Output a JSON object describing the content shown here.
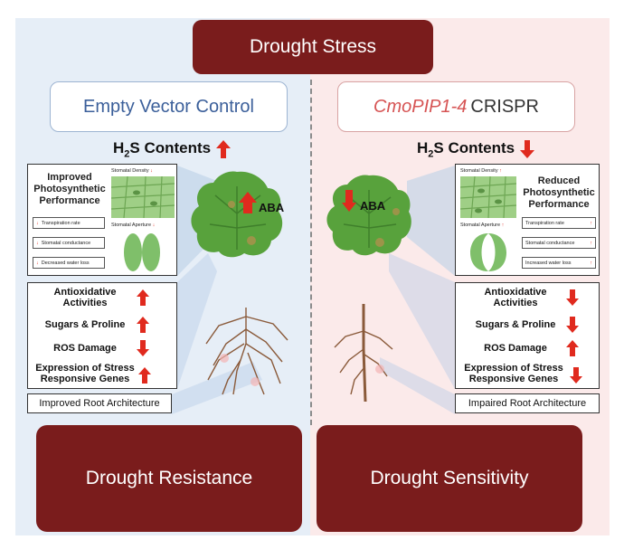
{
  "title": "Drought Stress",
  "left": {
    "header": "Empty Vector Control",
    "h2s": {
      "prefix": "H",
      "sub": "2",
      "suffix": "S Contents",
      "direction": "up"
    },
    "performance": "Improved Photosynthetic Performance",
    "stomatal_density": "Stomatal Density",
    "stomatal_aperture": "Stomatal Aperture",
    "params": [
      {
        "label": "Transpiration rate",
        "direction": "down"
      },
      {
        "label": "Stomatal conductance",
        "direction": "down"
      },
      {
        "label": "Decreased water loss",
        "direction": "down"
      }
    ],
    "aba": "ABA",
    "stress": [
      {
        "label": "Antioxidative Activities",
        "direction": "up"
      },
      {
        "label": "Sugars & Proline",
        "direction": "up"
      },
      {
        "label": "ROS Damage",
        "direction": "down"
      },
      {
        "label": "Expression of Stress Responsive Genes",
        "direction": "up"
      }
    ],
    "root": "Improved Root Architecture",
    "outcome": "Drought Resistance"
  },
  "right": {
    "header_italic": "CmoPIP1-4",
    "header_rest": "CRISPR",
    "h2s": {
      "prefix": "H",
      "sub": "2",
      "suffix": "S Contents",
      "direction": "down"
    },
    "performance": "Reduced Photosynthetic Performance",
    "stomatal_density": "Stomatal Density",
    "stomatal_aperture": "Stomatal Aperture",
    "params": [
      {
        "label": "Transpiration rate",
        "direction": "up"
      },
      {
        "label": "Stomatal conductance",
        "direction": "up"
      },
      {
        "label": "Increased water loss",
        "direction": "up"
      }
    ],
    "aba": "ABA",
    "stress": [
      {
        "label": "Antioxidative Activities",
        "direction": "down"
      },
      {
        "label": "Sugars & Proline",
        "direction": "down"
      },
      {
        "label": "ROS Damage",
        "direction": "up"
      },
      {
        "label": "Expression of Stress Responsive Genes",
        "direction": "down"
      }
    ],
    "root": "Impaired Root Architecture",
    "outcome": "Drought Sensitivity"
  },
  "colors": {
    "maroon": "#7a1c1c",
    "arrow_red": "#e02a1e",
    "left_bg": "#e6eef7",
    "right_bg": "#fbeaea",
    "leaf_green": "#58a23c"
  },
  "icons": [
    "up-arrow-icon",
    "down-arrow-icon",
    "leaf-icon",
    "root-icon",
    "stomata-icon"
  ]
}
